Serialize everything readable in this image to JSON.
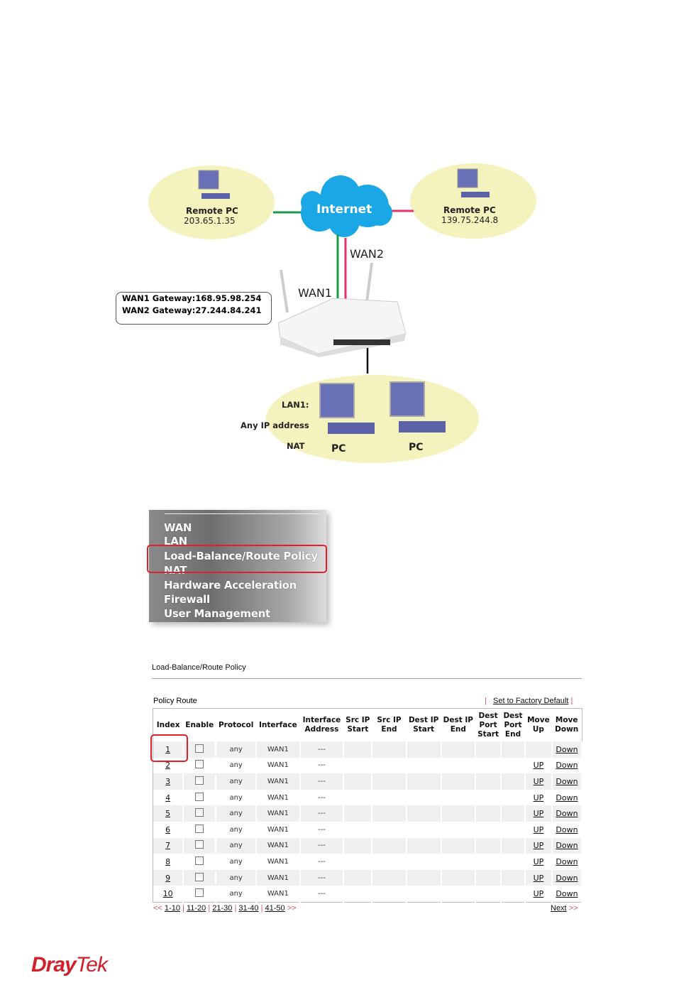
{
  "diagram": {
    "remote_left": {
      "label": "Remote PC",
      "ip": "203.65.1.35"
    },
    "remote_right": {
      "label": "Remote PC",
      "ip": "139.75.244.8"
    },
    "internet": "Internet",
    "wan1": "WAN1",
    "wan2": "WAN2",
    "gateway_lines": [
      "WAN1 Gateway:168.95.98.254",
      "WAN2 Gateway:27.244.84.241"
    ],
    "lan_lines": [
      "LAN1:",
      "Any IP address",
      "NAT"
    ],
    "pc_labels": [
      "PC",
      "PC"
    ],
    "colors": {
      "wan1": "#1a9a4a",
      "wan2": "#e8306e",
      "ellipse": "#f4f3bd",
      "cloud": "#1aa7e6"
    }
  },
  "menu": {
    "items": [
      "WAN",
      "LAN",
      "Load-Balance/Route Policy",
      "NAT",
      "Hardware Acceleration",
      "Firewall",
      "User Management"
    ],
    "highlighted": "Load-Balance/Route Policy"
  },
  "panel": {
    "title": "Load-Balance/Route Policy",
    "section": "Policy Route",
    "factory_default": "Set to Factory Default",
    "columns": [
      "Index",
      "Enable",
      "Protocol",
      "Interface",
      "Interface Address",
      "Src IP Start",
      "Src IP End",
      "Dest IP Start",
      "Dest IP End",
      "Dest Port Start",
      "Dest Port End",
      "Move Up",
      "Move Down"
    ],
    "rows": [
      {
        "index": "1",
        "enabled": false,
        "protocol": "any",
        "interface": "WAN1",
        "address": "---",
        "up": "",
        "down": "Down"
      },
      {
        "index": "2",
        "enabled": false,
        "protocol": "any",
        "interface": "WAN1",
        "address": "---",
        "up": "UP",
        "down": "Down"
      },
      {
        "index": "3",
        "enabled": false,
        "protocol": "any",
        "interface": "WAN1",
        "address": "---",
        "up": "UP",
        "down": "Down"
      },
      {
        "index": "4",
        "enabled": false,
        "protocol": "any",
        "interface": "WAN1",
        "address": "---",
        "up": "UP",
        "down": "Down"
      },
      {
        "index": "5",
        "enabled": false,
        "protocol": "any",
        "interface": "WAN1",
        "address": "---",
        "up": "UP",
        "down": "Down"
      },
      {
        "index": "6",
        "enabled": false,
        "protocol": "any",
        "interface": "WAN1",
        "address": "---",
        "up": "UP",
        "down": "Down"
      },
      {
        "index": "7",
        "enabled": false,
        "protocol": "any",
        "interface": "WAN1",
        "address": "---",
        "up": "UP",
        "down": "Down"
      },
      {
        "index": "8",
        "enabled": false,
        "protocol": "any",
        "interface": "WAN1",
        "address": "---",
        "up": "UP",
        "down": "Down"
      },
      {
        "index": "9",
        "enabled": false,
        "protocol": "any",
        "interface": "WAN1",
        "address": "---",
        "up": "UP",
        "down": "Down"
      },
      {
        "index": "10",
        "enabled": false,
        "protocol": "any",
        "interface": "WAN1",
        "address": "---",
        "up": "UP",
        "down": "Down"
      }
    ],
    "pager": {
      "prev": "<<",
      "pages": [
        "1-10",
        "11-20",
        "21-30",
        "31-40",
        "41-50"
      ],
      "more": ">>",
      "next": "Next",
      "next_arrow": ">>"
    }
  },
  "logo": {
    "part1": "Dray",
    "part2": "Tek"
  }
}
